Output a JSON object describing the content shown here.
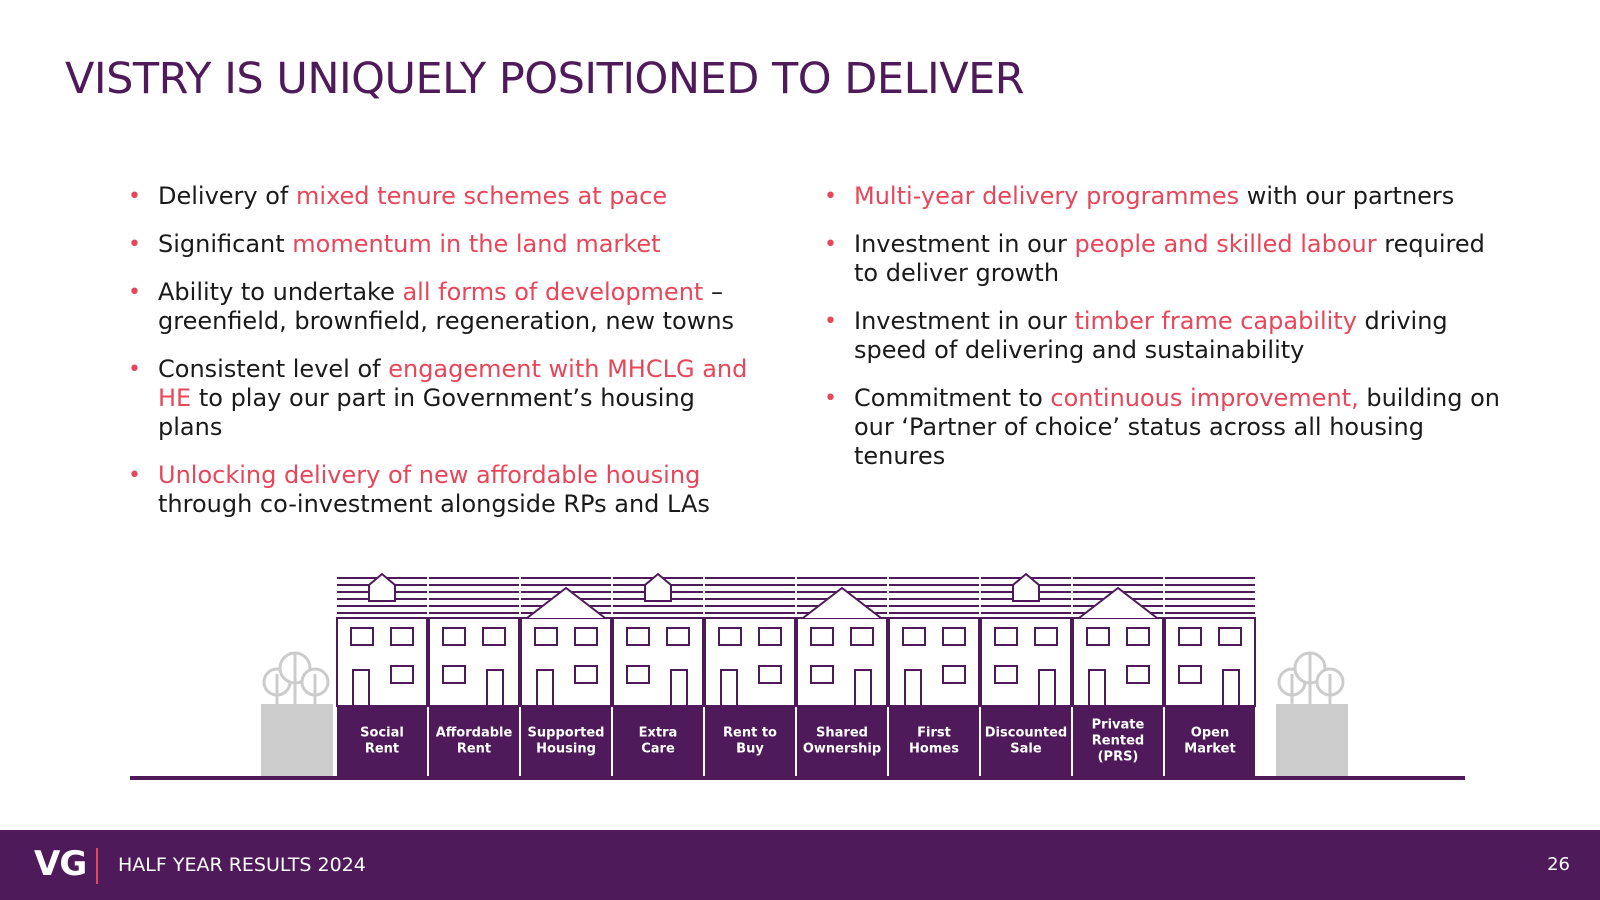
{
  "slide": {
    "title": "VISTRY IS UNIQUELY POSITIONED TO DELIVER",
    "left_bullets": [
      [
        {
          "t": "Delivery of ",
          "hl": false
        },
        {
          "t": "mixed tenure schemes at pace",
          "hl": true
        }
      ],
      [
        {
          "t": "Significant ",
          "hl": false
        },
        {
          "t": "momentum in the land market",
          "hl": true
        }
      ],
      [
        {
          "t": "Ability to undertake ",
          "hl": false
        },
        {
          "t": "all forms of development",
          "hl": true
        },
        {
          "t": " – greenfield, brownfield, regeneration, new towns",
          "hl": false
        }
      ],
      [
        {
          "t": "Consistent level of ",
          "hl": false
        },
        {
          "t": "engagement with MHCLG and HE",
          "hl": true
        },
        {
          "t": " to play our part in Government’s housing plans",
          "hl": false
        }
      ],
      [
        {
          "t": "Unlocking delivery of new affordable housing",
          "hl": true
        },
        {
          "t": " through co-investment alongside RPs and LAs",
          "hl": false
        }
      ]
    ],
    "right_bullets": [
      [
        {
          "t": "Multi-year delivery programmes",
          "hl": true
        },
        {
          "t": " with our partners",
          "hl": false
        }
      ],
      [
        {
          "t": "Investment in our ",
          "hl": false
        },
        {
          "t": "people and skilled labour",
          "hl": true
        },
        {
          "t": " required to deliver growth",
          "hl": false
        }
      ],
      [
        {
          "t": "Investment in our ",
          "hl": false
        },
        {
          "t": "timber frame capability",
          "hl": true
        },
        {
          "t": " driving speed of delivering and sustainability",
          "hl": false
        }
      ],
      [
        {
          "t": "Commitment to ",
          "hl": false
        },
        {
          "t": "continuous improvement,",
          "hl": true
        },
        {
          "t": " building on our ‘Partner of choice’ status across all housing tenures",
          "hl": false
        }
      ]
    ]
  },
  "houses": [
    {
      "lines": [
        "Social",
        "Rent"
      ],
      "roof": "chimney"
    },
    {
      "lines": [
        "Affordable",
        "Rent"
      ],
      "roof": "flat"
    },
    {
      "lines": [
        "Supported",
        "Housing"
      ],
      "roof": "gable"
    },
    {
      "lines": [
        "Extra",
        "Care"
      ],
      "roof": "chimney"
    },
    {
      "lines": [
        "Rent to",
        "Buy"
      ],
      "roof": "flat"
    },
    {
      "lines": [
        "Shared",
        "Ownership"
      ],
      "roof": "gable"
    },
    {
      "lines": [
        "First",
        "Homes"
      ],
      "roof": "flat"
    },
    {
      "lines": [
        "Discounted",
        "Sale"
      ],
      "roof": "chimney"
    },
    {
      "lines": [
        "Private",
        "Rented",
        "(PRS)"
      ],
      "roof": "gable"
    },
    {
      "lines": [
        "Open",
        "Market"
      ],
      "roof": "flat"
    }
  ],
  "footer": {
    "logo": "VG",
    "text": "HALF YEAR RESULTS 2024",
    "page": "26"
  },
  "colors": {
    "brand_purple": "#4f1a5a",
    "accent_red": "#e8465a",
    "tree_grey": "#cccccc"
  },
  "icons": [
    "tree-icon"
  ]
}
